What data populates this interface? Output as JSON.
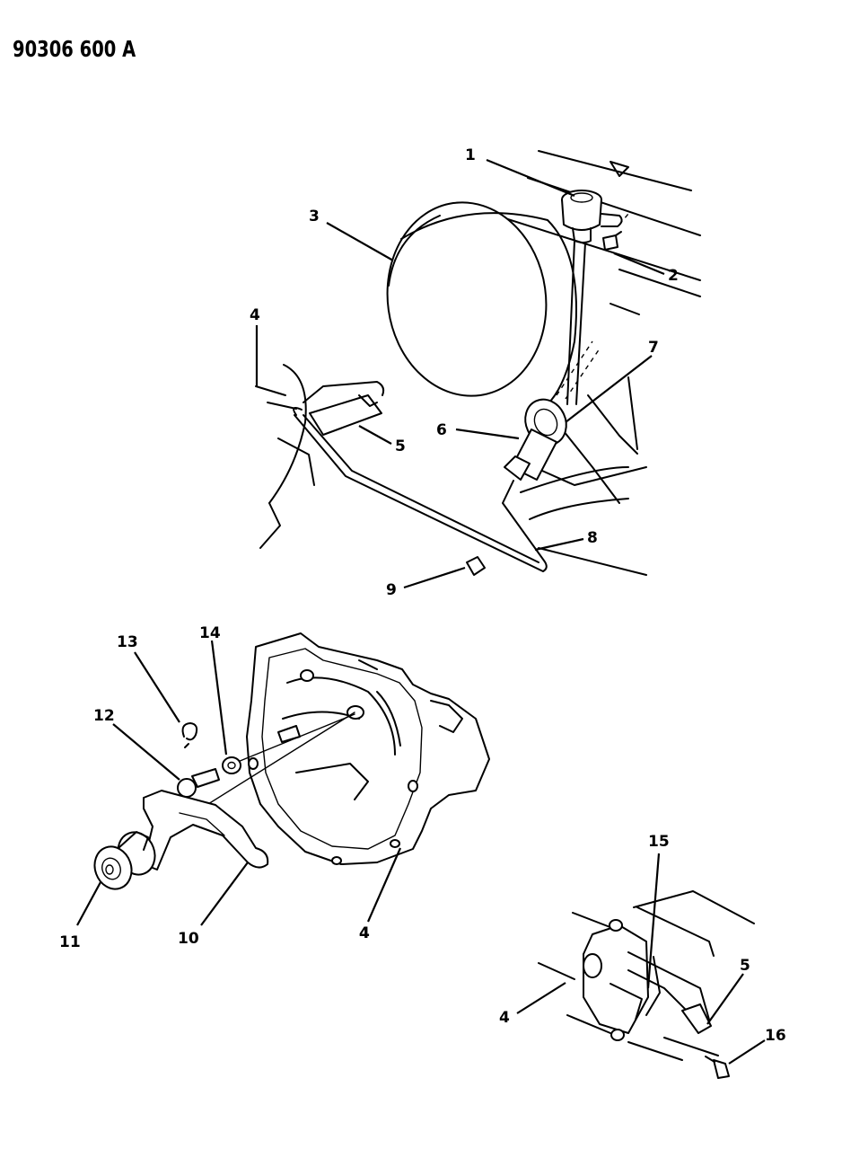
{
  "drawing": {
    "code": "90306 600 A"
  },
  "callouts": [
    "1",
    "2",
    "3",
    "4",
    "5",
    "6",
    "7",
    "8",
    "9",
    "4",
    "13",
    "14",
    "12",
    "11",
    "10",
    "4",
    "15",
    "4",
    "5",
    "16"
  ]
}
